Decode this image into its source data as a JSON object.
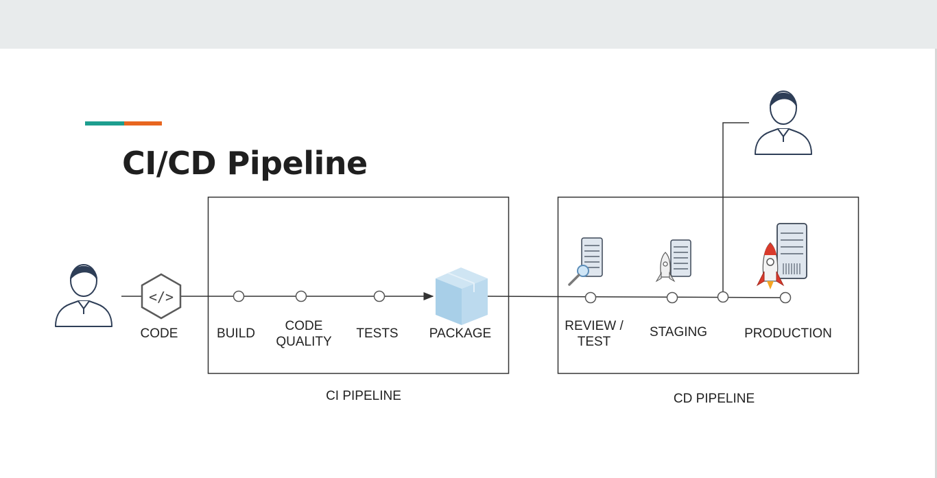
{
  "slide": {
    "title": "CI/CD Pipeline"
  },
  "colors": {
    "accent_teal": "#1d9e8f",
    "accent_orange": "#e8661f",
    "line": "#333333",
    "package_blue": "#a9d0e8",
    "rocket_red": "#d93a2b"
  },
  "diagram": {
    "developer": {
      "icon": "person-icon"
    },
    "approver": {
      "icon": "person-icon"
    },
    "code_step": {
      "label": "CODE",
      "icon": "code-hexagon-icon"
    },
    "ci_group": {
      "label": "CI PIPELINE",
      "stages": [
        {
          "line1": "BUILD",
          "line2": ""
        },
        {
          "line1": "CODE",
          "line2": "QUALITY"
        },
        {
          "line1": "TESTS",
          "line2": ""
        },
        {
          "line1": "PACKAGE",
          "line2": "",
          "icon": "package-box-icon"
        }
      ]
    },
    "cd_group": {
      "label": "CD PIPELINE",
      "stages": [
        {
          "line1": "REVIEW /",
          "line2": "TEST",
          "icon": "server-search-icon"
        },
        {
          "line1": "STAGING",
          "line2": "",
          "icon": "server-rocket-icon"
        },
        {
          "line1": "PRODUCTION",
          "line2": "",
          "icon": "rocket-server-icon"
        }
      ]
    }
  }
}
